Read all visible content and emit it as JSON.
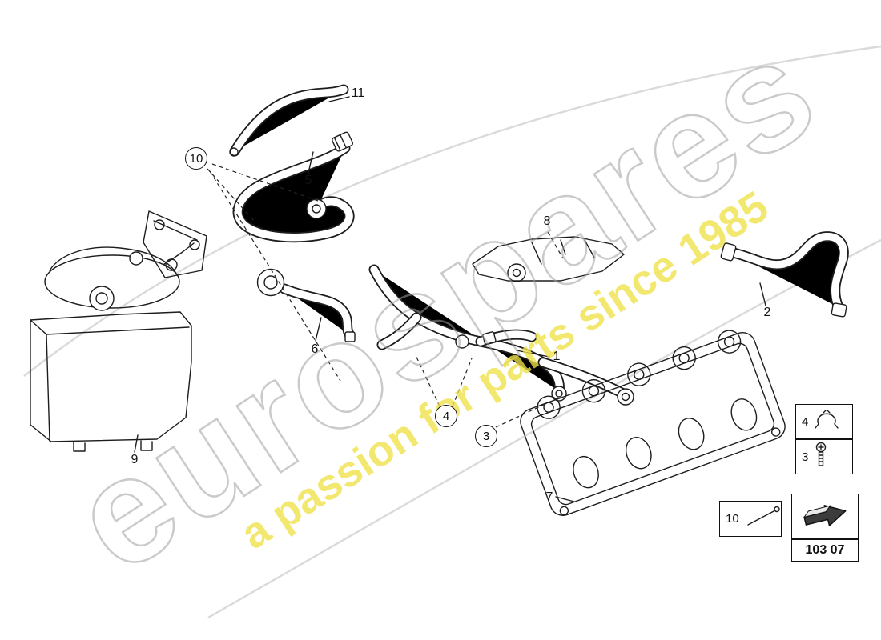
{
  "watermark": {
    "brand": "eurospares",
    "tagline": "a passion for parts since 1985"
  },
  "colors": {
    "watermark_gray": "#9e9e9e",
    "watermark_yellow": "#f0e146",
    "line_color": "#1d1d1d"
  },
  "callouts": [
    {
      "label": "1"
    },
    {
      "label": "2"
    },
    {
      "label": "3"
    },
    {
      "label": "4"
    },
    {
      "label": "5"
    },
    {
      "label": "6"
    },
    {
      "label": "7"
    },
    {
      "label": "8"
    },
    {
      "label": "9"
    },
    {
      "label": "10"
    },
    {
      "label": "11"
    }
  ],
  "legend": {
    "boxes": [
      {
        "label": "4",
        "icon": "hose-clamp-icon"
      },
      {
        "label": "3",
        "icon": "screw-icon"
      },
      {
        "label": "10",
        "icon": "cable-tie-icon"
      }
    ],
    "arrow_icon": "direction-arrow-icon",
    "part_code": "103 07"
  }
}
